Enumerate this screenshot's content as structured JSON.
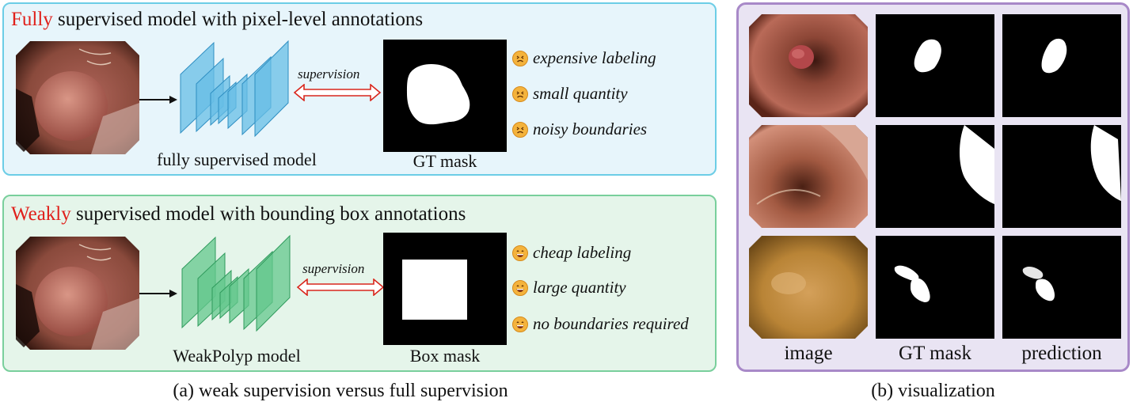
{
  "full_panel": {
    "heading_accent": "Fully",
    "heading_rest": " supervised model with pixel-level annotations",
    "model_label": "fully supervised model",
    "arrow_label": "supervision",
    "mask_label": "GT mask",
    "bullets": [
      "expensive labeling",
      "small quantity",
      "noisy boundaries"
    ],
    "bullet_icon": "frowning-face-icon",
    "color": "#6ccde6"
  },
  "weak_panel": {
    "heading_accent": "Weakly",
    "heading_rest": " supervised model with bounding box annotations",
    "model_label": "WeakPolyp model",
    "arrow_label": "supervision",
    "mask_label": "Box mask",
    "bullets": [
      "cheap labeling",
      "large quantity",
      "no boundaries required"
    ],
    "bullet_icon": "grinning-face-icon",
    "color": "#79cf9c"
  },
  "vis_panel": {
    "column_labels": [
      "image",
      "GT mask",
      "prediction"
    ],
    "color": "#a889c8"
  },
  "captions": {
    "left": "(a) weak supervision versus full supervision",
    "right": "(b) visualization"
  },
  "colors": {
    "accent_red": "#e0201b",
    "arrow_red": "#d9261c",
    "blue_layers": "#5ab4e0",
    "green_layers": "#5cc58a"
  }
}
